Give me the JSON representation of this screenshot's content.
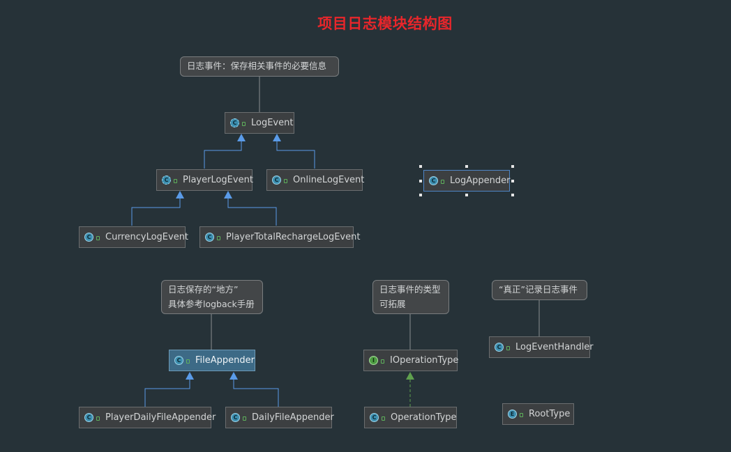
{
  "title": "项目日志模块结构图",
  "notes": {
    "log_event_note": "日志事件：保存相关事件的必要信息",
    "appender_note": "日志保存的“地方”\n具体参考logback手册",
    "operation_type_note": "日志事件的类型\n可拓展",
    "handler_note": "“真正”记录日志事件"
  },
  "classes": {
    "log_event": {
      "name": "LogEvent",
      "kind": "C"
    },
    "player_log_event": {
      "name": "PlayerLogEvent",
      "kind": "C"
    },
    "online_log_event": {
      "name": "OnlineLogEvent",
      "kind": "C"
    },
    "currency_log_event": {
      "name": "CurrencyLogEvent",
      "kind": "C"
    },
    "player_total_recharge_log_event": {
      "name": "PlayerTotalRechargeLogEvent",
      "kind": "C"
    },
    "log_appender": {
      "name": "LogAppender",
      "kind": "C"
    },
    "file_appender": {
      "name": "FileAppender",
      "kind": "C"
    },
    "player_daily_file_appender": {
      "name": "PlayerDailyFileAppender",
      "kind": "C"
    },
    "daily_file_appender": {
      "name": "DailyFileAppender",
      "kind": "C"
    },
    "i_operation_type": {
      "name": "IOperationType",
      "kind": "I"
    },
    "operation_type": {
      "name": "OperationType",
      "kind": "C"
    },
    "log_event_handler": {
      "name": "LogEventHandler",
      "kind": "C"
    },
    "root_type": {
      "name": "RootType",
      "kind": "E"
    }
  },
  "relations": [
    {
      "from": "player_log_event",
      "to": "log_event",
      "type": "extends"
    },
    {
      "from": "online_log_event",
      "to": "log_event",
      "type": "extends"
    },
    {
      "from": "currency_log_event",
      "to": "player_log_event",
      "type": "extends"
    },
    {
      "from": "player_total_recharge_log_event",
      "to": "player_log_event",
      "type": "extends"
    },
    {
      "from": "player_daily_file_appender",
      "to": "file_appender",
      "type": "extends"
    },
    {
      "from": "daily_file_appender",
      "to": "file_appender",
      "type": "extends"
    },
    {
      "from": "operation_type",
      "to": "i_operation_type",
      "type": "implements"
    }
  ],
  "colors": {
    "background": "#263238",
    "title": "#e8262b",
    "extends_edge": "#5a9be8",
    "implements_edge": "#5fa04e",
    "note_link": "#8a8d8f"
  }
}
